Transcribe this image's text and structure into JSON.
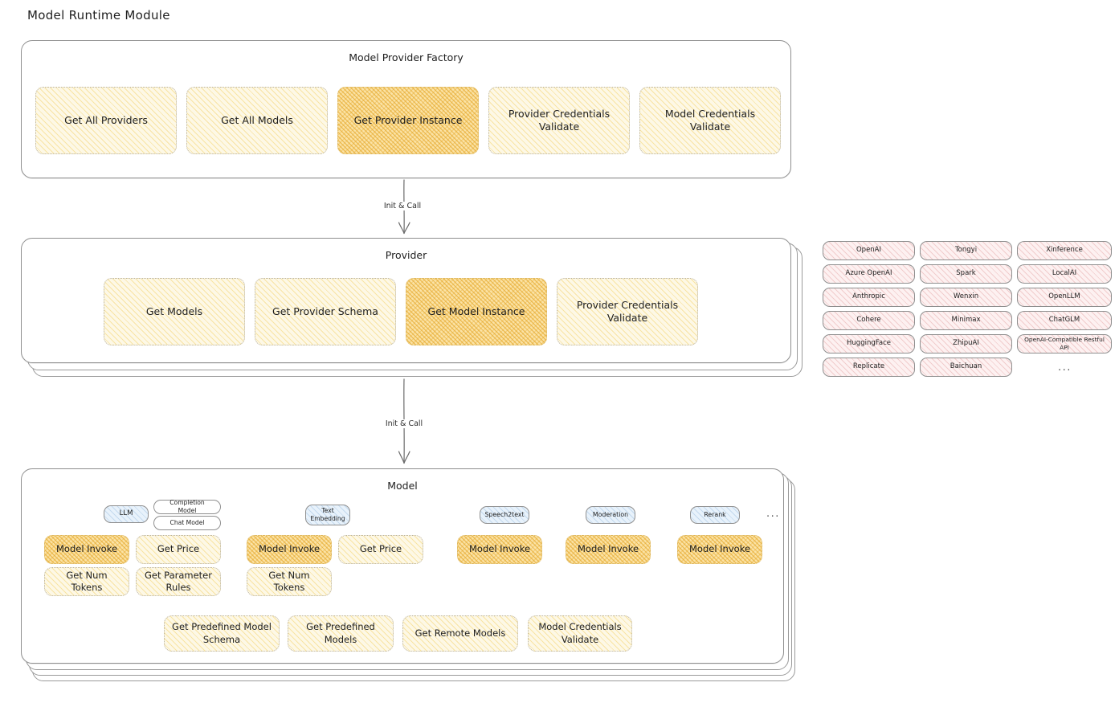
{
  "page": {
    "title": "Model Runtime Module"
  },
  "factory": {
    "title": "Model Provider Factory",
    "nodes": [
      {
        "label": "Get All Providers",
        "highlight": false
      },
      {
        "label": "Get All Models",
        "highlight": false
      },
      {
        "label": "Get Provider Instance",
        "highlight": true
      },
      {
        "label": "Provider Credentials Validate",
        "highlight": false
      },
      {
        "label": "Model Credentials Validate",
        "highlight": false
      }
    ]
  },
  "arrows": [
    {
      "label": "Init & Call"
    },
    {
      "label": "Init & Call"
    }
  ],
  "provider": {
    "title": "Provider",
    "nodes": [
      {
        "label": "Get Models",
        "highlight": false
      },
      {
        "label": "Get Provider Schema",
        "highlight": false
      },
      {
        "label": "Get Model Instance",
        "highlight": true
      },
      {
        "label": "Provider Credentials Validate",
        "highlight": false
      }
    ]
  },
  "provider_list": {
    "columns": [
      [
        "OpenAI",
        "Azure OpenAI",
        "Anthropic",
        "Cohere",
        "HuggingFace",
        "Replicate"
      ],
      [
        "Tongyi",
        "Spark",
        "Wenxin",
        "Minimax",
        "ZhipuAI",
        "Baichuan"
      ],
      [
        "Xinference",
        "LocalAI",
        "OpenLLM",
        "ChatGLM",
        "OpenAI-Compatible Restful API"
      ]
    ],
    "more": "..."
  },
  "model": {
    "title": "Model",
    "more": "...",
    "types": [
      {
        "name": "LLM",
        "subtypes": [
          "Completion Model",
          "Chat Model"
        ],
        "ops": [
          {
            "label": "Model Invoke",
            "highlight": true
          },
          {
            "label": "Get Price",
            "highlight": false
          },
          {
            "label": "Get Num Tokens",
            "highlight": false
          },
          {
            "label": "Get Parameter Rules",
            "highlight": false
          }
        ]
      },
      {
        "name": "Text Embedding",
        "subtypes": [],
        "ops": [
          {
            "label": "Model Invoke",
            "highlight": true
          },
          {
            "label": "Get Price",
            "highlight": false
          },
          {
            "label": "Get Num Tokens",
            "highlight": false
          }
        ]
      },
      {
        "name": "Speech2text",
        "subtypes": [],
        "ops": [
          {
            "label": "Model Invoke",
            "highlight": true
          }
        ]
      },
      {
        "name": "Moderation",
        "subtypes": [],
        "ops": [
          {
            "label": "Model Invoke",
            "highlight": true
          }
        ]
      },
      {
        "name": "Rerank",
        "subtypes": [],
        "ops": [
          {
            "label": "Model Invoke",
            "highlight": true
          }
        ]
      }
    ],
    "common_ops": [
      {
        "label": "Get Predefined Model Schema",
        "highlight": false
      },
      {
        "label": "Get Predefined Models",
        "highlight": false
      },
      {
        "label": "Get Remote Models",
        "highlight": false
      },
      {
        "label": "Model Credentials Validate",
        "highlight": false
      }
    ]
  },
  "colors": {
    "amber_light": "#fdf8e6",
    "amber_highlight": "#fbe3a6",
    "rose": "#fdf1f1",
    "blue": "#e8f2fb",
    "stroke": "#8f8f8f",
    "text": "#1e1e1e"
  }
}
